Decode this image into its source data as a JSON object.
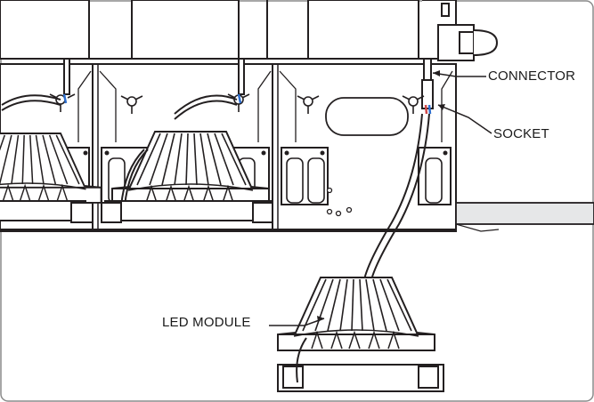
{
  "labels": {
    "connector": "CONNECTOR",
    "socket": "SOCKET",
    "led_module": "LED MODULE"
  },
  "colors": {
    "line": "#231f20",
    "wire_blue": "#2e6fd0",
    "wire_red": "#d04848",
    "frame_gray": "#e6e7e8"
  }
}
